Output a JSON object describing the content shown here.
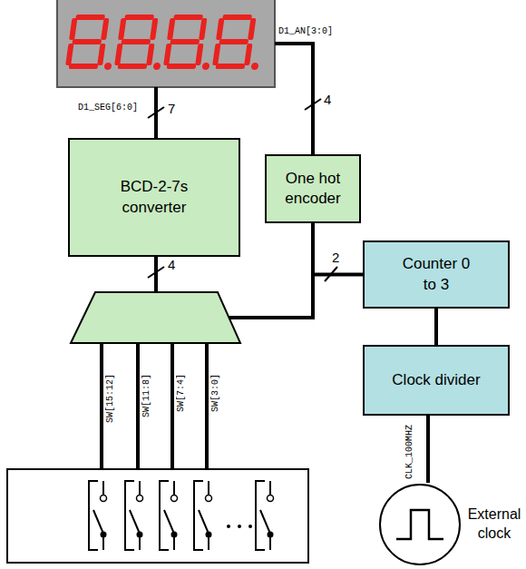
{
  "diagram": {
    "nodes": [
      {
        "text": [
          "BCD-2-7s converter"
        ]
      },
      {
        "text": [
          "One hot encoder"
        ]
      },
      {
        "text": [
          "Counter 0 to 3"
        ]
      },
      {
        "text": [
          "Clock divider"
        ]
      },
      {
        "text": [
          "External clock"
        ]
      }
    ],
    "edges": [
      {
        "from": 2,
        "to": 1,
        "arrow": "none",
        "label": "2"
      },
      {
        "from": 2,
        "to": 3,
        "arrow": "none"
      },
      {
        "from": 3,
        "to": 4,
        "arrow": "none",
        "label": "CLK_100MHZ"
      }
    ],
    "labels": [
      "D1_AN[3:0]",
      "D1_SEG[6:0]",
      "7",
      "4",
      "4",
      "SW[15:12]",
      "SW[11:8]",
      "SW[7:4]",
      "SW[3:0]"
    ]
  }
}
